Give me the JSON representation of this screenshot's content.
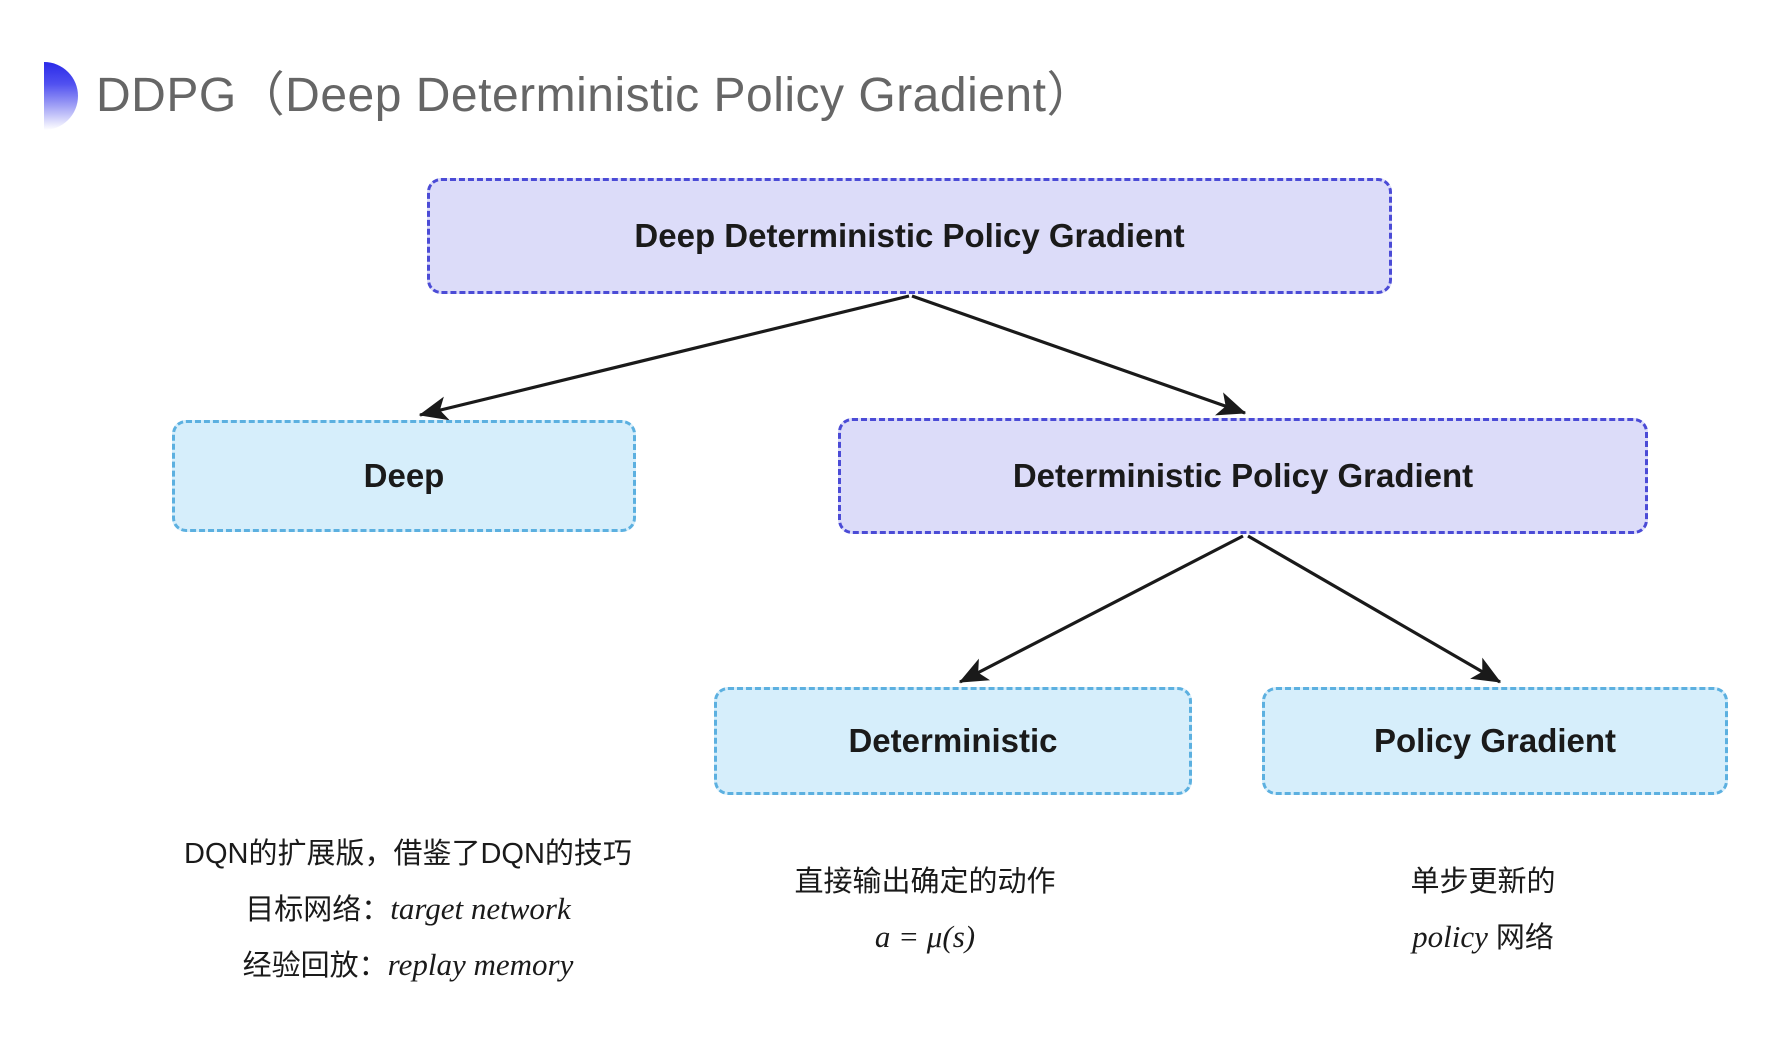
{
  "slide": {
    "title": "DDPG（Deep Deterministic Policy Gradient）",
    "bullet_icon": "gradient-halfcircle-bullet-icon",
    "background_color": "#ffffff",
    "title_color": "#666666"
  },
  "colors": {
    "purple_fill": "#dcdcf9",
    "purple_border": "#4b4bd6",
    "cyan_fill": "#d6eefb",
    "cyan_border": "#5cb0e0",
    "arrow": "#1a1a1a",
    "bullet_gradient_start": "#2a2ae8",
    "bullet_gradient_end": "#ffffff"
  },
  "diagram": {
    "type": "tree",
    "nodes": [
      {
        "id": "root",
        "label": "Deep Deterministic Policy Gradient",
        "style": "purple"
      },
      {
        "id": "deep",
        "label": "Deep",
        "style": "cyan"
      },
      {
        "id": "dpg",
        "label": "Deterministic Policy Gradient",
        "style": "purple"
      },
      {
        "id": "det",
        "label": "Deterministic",
        "style": "cyan"
      },
      {
        "id": "pg",
        "label": "Policy Gradient",
        "style": "cyan"
      }
    ],
    "edges": [
      {
        "from": "root",
        "to": "deep"
      },
      {
        "from": "root",
        "to": "dpg"
      },
      {
        "from": "dpg",
        "to": "det"
      },
      {
        "from": "dpg",
        "to": "pg"
      }
    ]
  },
  "notes": {
    "deep": {
      "line1": "DQN的扩展版，借鉴了DQN的技巧",
      "line2_label": "目标网络：",
      "line2_term": "target network",
      "line3_label": "经验回放：",
      "line3_term": "replay memory"
    },
    "deterministic": {
      "line1": "直接输出确定的动作",
      "formula": "a = μ(s)"
    },
    "policy_gradient": {
      "line1": "单步更新的",
      "line2_term": "policy",
      "line2_suffix": " 网络"
    }
  }
}
